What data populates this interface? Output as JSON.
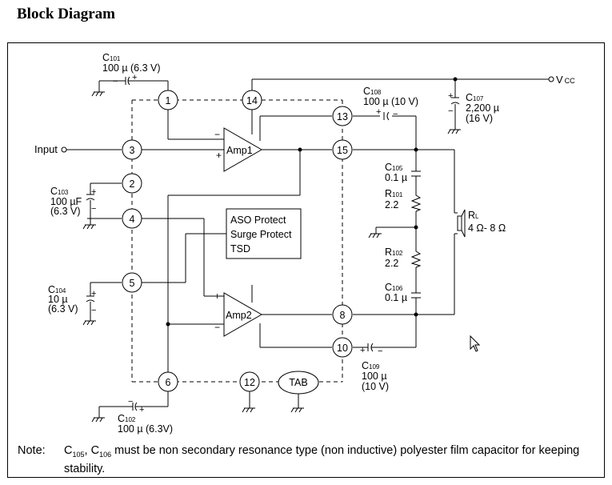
{
  "title": "Block Diagram",
  "pins": [
    "1",
    "2",
    "3",
    "4",
    "5",
    "6",
    "8",
    "10",
    "12",
    "13",
    "14",
    "15"
  ],
  "amps": {
    "amp1": "Amp1",
    "amp2": "Amp2"
  },
  "protect": {
    "line1": "ASO Protect",
    "line2": "Surge Protect",
    "line3": "TSD"
  },
  "tab": "TAB",
  "vcc": {
    "main": "V",
    "sub": "CC"
  },
  "input_label": "Input",
  "components": {
    "c101": {
      "name": "C",
      "sub": "101",
      "value": "100 µ (6.3 V)"
    },
    "c102": {
      "name": "C",
      "sub": "102",
      "value": "100 µ (6.3V)"
    },
    "c103": {
      "name": "C",
      "sub": "103",
      "value": "100 µF",
      "value2": "(6.3 V)"
    },
    "c104": {
      "name": "C",
      "sub": "104",
      "value": "10  µ",
      "value2": "(6.3 V)"
    },
    "c105": {
      "name": "C",
      "sub": "105",
      "value": "0.1 µ"
    },
    "c106": {
      "name": "C",
      "sub": "106",
      "value": "0.1 µ"
    },
    "c107": {
      "name": "C",
      "sub": "107",
      "value": "2,200 µ",
      "value2": "(16 V)"
    },
    "c108": {
      "name": "C",
      "sub": "108",
      "value": "100 µ (10 V)"
    },
    "c109": {
      "name": "C",
      "sub": "109",
      "value": "100 µ",
      "value2": "(10 V)"
    },
    "r101": {
      "name": "R",
      "sub": "101",
      "value": "2.2"
    },
    "r102": {
      "name": "R",
      "sub": "102",
      "value": "2.2"
    },
    "rl": {
      "name": "R",
      "sub": "L",
      "value": "4  Ω- 8  Ω"
    }
  },
  "note": {
    "label": "Note:",
    "c_a": "C",
    "c_a_sub": "105",
    "sep": ", ",
    "c_b": "C",
    "c_b_sub": "106",
    "text": " must be non secondary resonance type (non inductive) polyester film capacitor for keeping stability."
  }
}
